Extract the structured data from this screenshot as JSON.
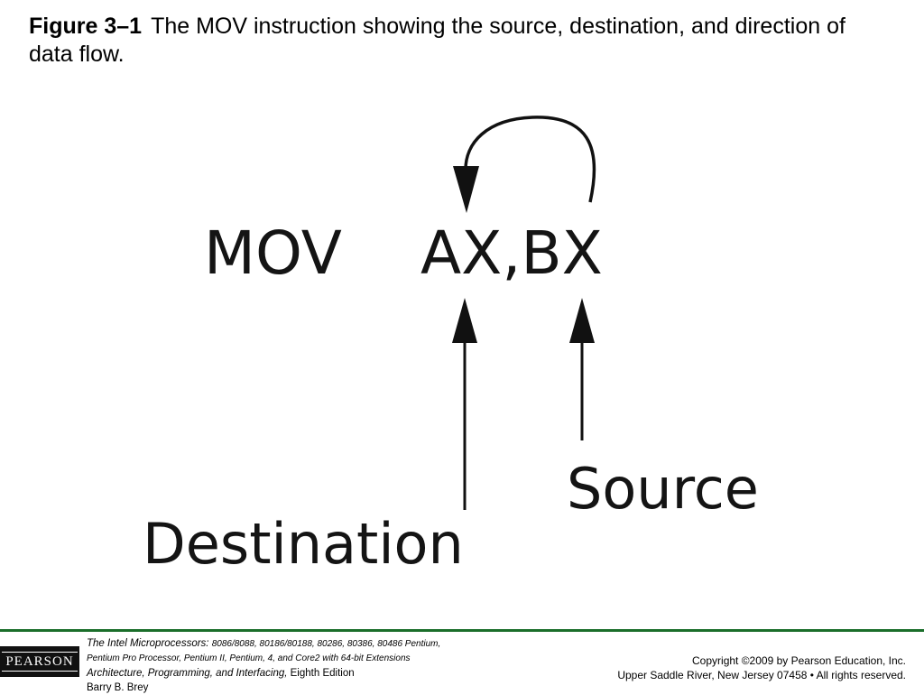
{
  "caption": {
    "label": "Figure 3–1",
    "text": "The MOV instruction showing the source, destination, and direction of data flow."
  },
  "diagram": {
    "opcode": "MOV",
    "operands": "AX,BX",
    "source_label": "Source",
    "destination_label": "Destination"
  },
  "footer": {
    "logo_text": "PEARSON",
    "book_title": "The Intel Microprocessors:",
    "book_subtitle_1": "8086/8088, 80186/80188, 80286, 80386, 80486 Pentium,",
    "book_subtitle_2": "Pentium Pro Processor, Pentium II, Pentium, 4, and Core2 with 64-bit Extensions",
    "book_subtitle_3": "Architecture, Programming, and Interfacing,",
    "edition": "Eighth Edition",
    "author": "Barry B. Brey",
    "copyright_1": "Copyright ©2009 by Pearson Education, Inc.",
    "copyright_2": "Upper Saddle River, New Jersey 07458 • All rights reserved.",
    "rule_color": "#1a6e2a"
  }
}
